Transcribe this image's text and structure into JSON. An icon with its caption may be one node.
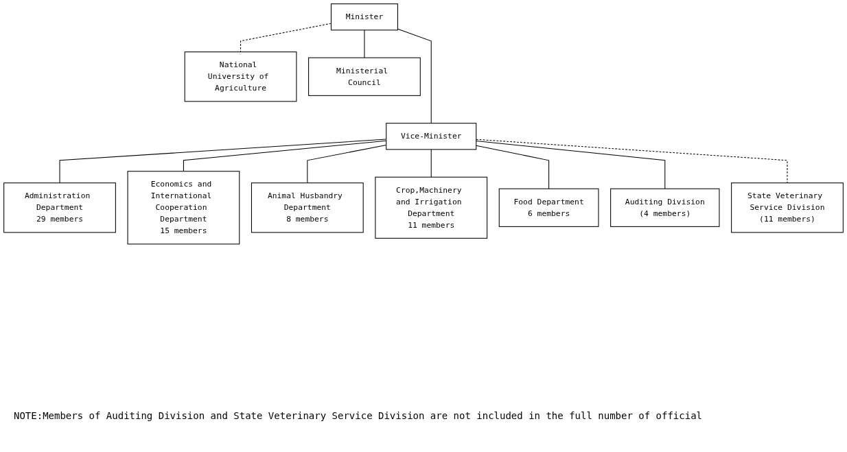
{
  "diagram": {
    "nodes": [
      {
        "text": [
          "Minister"
        ]
      },
      {
        "text": [
          "National University of Agriculture"
        ]
      },
      {
        "text": [
          "Ministerial Council"
        ]
      },
      {
        "text": [
          "Vice-Minister"
        ]
      },
      {
        "text": [
          "Administration Department",
          "29 members"
        ]
      },
      {
        "text": [
          "Economics and International Cooperation Department",
          "15 members"
        ]
      },
      {
        "text": [
          "Animal Husbandry Department",
          "8 members"
        ]
      },
      {
        "text": [
          "Crop,Machinery and Irrigation Department",
          "11 members"
        ]
      },
      {
        "text": [
          "Food Department",
          "6 members"
        ]
      },
      {
        "text": [
          "Auditing Division",
          "(4 members)"
        ]
      },
      {
        "text": [
          "State Veterinary Service Division",
          "(11 members)"
        ]
      }
    ],
    "edges": [
      {
        "from": 0,
        "to": 1,
        "arrow": "none",
        "style": "dashed"
      },
      {
        "from": 0,
        "to": 2,
        "arrow": "none"
      },
      {
        "from": 0,
        "to": 3,
        "arrow": "none"
      },
      {
        "from": 3,
        "to": 4,
        "arrow": "none"
      },
      {
        "from": 3,
        "to": 5,
        "arrow": "none"
      },
      {
        "from": 3,
        "to": 6,
        "arrow": "none"
      },
      {
        "from": 3,
        "to": 7,
        "arrow": "none"
      },
      {
        "from": 3,
        "to": 8,
        "arrow": "none"
      },
      {
        "from": 3,
        "to": 9,
        "arrow": "none"
      },
      {
        "from": 3,
        "to": 10,
        "arrow": "none",
        "style": "dashed"
      }
    ],
    "labels": [
      "NOTE:Members of Auditing Division and State Veterinary Service Division are not included in the full number of official"
    ]
  }
}
